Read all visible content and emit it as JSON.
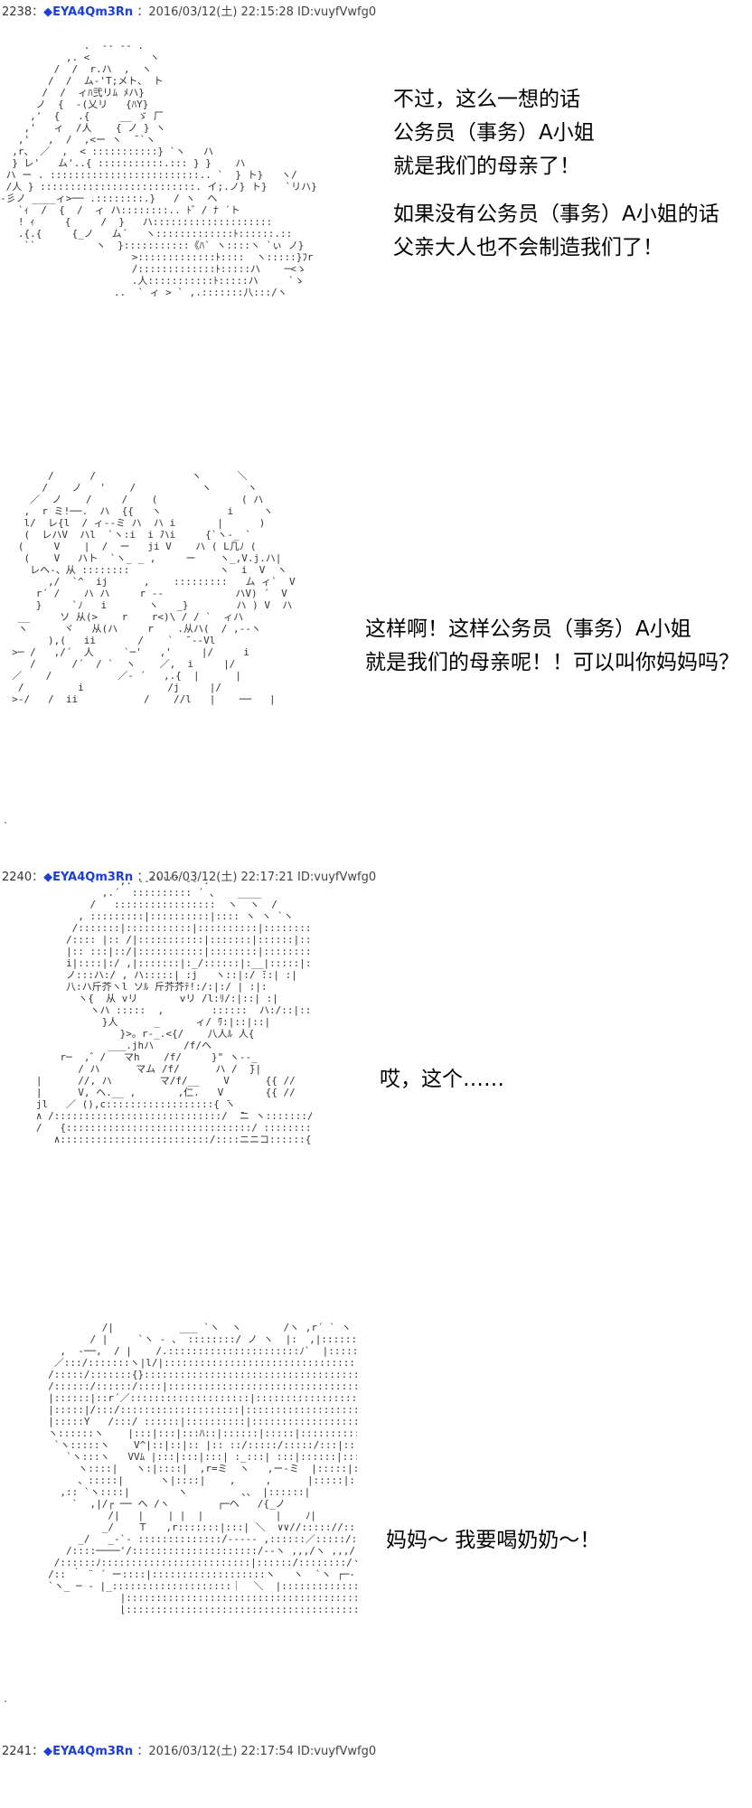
{
  "posts": [
    {
      "number": "2238",
      "sep": "：",
      "diamond": "◆",
      "trip": "EYA4Qm3Rn",
      "trail": "：2016/03/12(土) 22:15:28 ID:vuyfVwfg0"
    },
    {
      "number": "2240",
      "sep": "：",
      "diamond": "◆",
      "trip": "EYA4Qm3Rn",
      "trail": "：2016/03/12(土) 22:17:21 ID:vuyfVwfg0"
    },
    {
      "number": "2241",
      "sep": "：",
      "diamond": "◆",
      "trip": "EYA4Qm3Rn",
      "trail": "：2016/03/12(土) 22:17:54 ID:vuyfVwfg0"
    }
  ],
  "panels": [
    {
      "lines": [
        "不过，这么一想的话",
        "公务员（事务）A小姐",
        "就是我们的母亲了！",
        "",
        "如果没有公务员（事务）A小姐的话",
        "父亲大人也不会制造我们了！"
      ]
    },
    {
      "lines": [
        "这样啊！这样公务员（事务）A小姐",
        "就是我们的母亲呢！！可以叫你妈妈吗？"
      ]
    },
    {
      "lines": [
        "哎，这个……"
      ]
    },
    {
      "lines": [
        "妈妈～ 我要喝奶奶～！"
      ]
    }
  ],
  "art": {
    "a1": [
      "              .  -‐ ‐- .",
      "           ,. <          ヽ",
      "         /  /  r.ハ  ,  ヽ",
      "        /  /  ム‐'T;メト、 ト",
      "       /  /  ィﾊ弐リﾑ ﾒハ}",
      "      ノ  {  -(乂リ   {ﾊY}",
      "     ,'  {   .{     __ ゞ 厂",
      "    ,'   ィ  /人    { ノ } ヽ",
      "   ,'   ,  /  ,<ー ヽ  ̄ `ヽ",
      "  ,r、 ／  ,  < :::::::::::} `ヽ   ハ",
      "  } レ'   ム'..{ :::::::::::.::: } }    ハ",
      " ハ ー . :::::::::::::::::::::::::.. `  } ト}   ヽ/",
      " /人 } ::::::::::::::::::::::::::. イ;.ノ} ト}   `リハ}",
      "-彡ノ ____ィ>── .::::::::.}   / ヽ  ヘ",
      "   `ｨ  /  {  /  ィ ハ::::::::.. ﾄ゛/ ﾅ ´ト",
      "   ! ｨ     {     /  }   ハ::::::::::::::::::::",
      "   .{.{     {_ノ   ム´   ヽ:::::::::::::ﾄ::::::.::",
      "    ``          ヽ  }:::::::::::《ﾊ` ヽ::::ヽ `ぃ ノ}",
      "                      >:::::::::::::ﾄ::::  ヽ:::::}ﾌr",
      "                      /:::::::::::::ﾄ:::::ハ    ─<ゝ",
      "                      .人:::::::::::ﾄ:::::ハ     `ゝ",
      "                   ..  ` ィ > ` ,.:::::::八:::/ヽ"
    ],
    "a2": [
      "        /      /                ヽ      ＼",
      "       /    ノ   '    /           ヽ      ヽ",
      "     ／  ノ    /     /    (              ( ハ",
      "    ,  r ミ!──.  ハ  {{   ヽ           i     ヽ",
      "    l/  レ{l  / ィ‐-ミ ハ  ハ i       |      )",
      "    (  レハV  ハl  `ヽ:i  i ̄ハi     {`ヽ-_ `",
      "   (     V    |  /  ー   ji V    ハ ( L几ﾉ (",
      "    (    V   ハト  `ヽ_ _ ,     ー    ヽ_,V.j.ハ|",
      "     レヘ-、从 ::::::::               ヽ  i  V  ヽ",
      "        ,/  `^  ij      ,    :::::::::   ム ィ`  V",
      "      r´ /    ハ ハ     r ‐-            ハV) ´  V",
      "      }     `ﾉ   i       ヽ   _}        ハ ) V  ハ",
      "   __     ソ 从(>    r    r<)\\ / / `  ィハ",
      "   ヽ      ヾ   从(ハ     r    .从ハ(  / ,-‐ヽ",
      "        ),(   ii       /    `  ̄ ‐-Vl",
      "  >─ /   ,/´  人     `─'   ,'     |/     i",
      "     /      /´  / `  ヽ    ／,  i     |/",
      "  ／    /           ／‐ ´   ,.{  |      |",
      "   /         i              /j     |/",
      "  >-/   /  ii           /    //l   |    ──   |"
    ],
    "a3": [
      "                 ,. -‐''''¨ ‐- .",
      "              ,.´  :::::::::: ´ 、   ____",
      "            /   :::::::::::::::::  ヽ  ヽ  /",
      "          , :::::::::|::::::::::|:::: ヽ ヽ `ヽ",
      "         /:::::::|:::::::::::|::::::::::|::::::::::V|   |",
      "        /:::: |:: /|:::::::::::|:::::::|::::::|::::::::| /`)",
      "        |:: :::|::/|:::::::::::|::::::::|::::::::|:: :|::",
      "        i|::::|:/ ,|:::::::|:_/::::::|:__|:::::|:/|:  :|",
      "        ノ:::ハ:/ , ハ:::::| :j   ヽ::|:/ ̄::| :|",
      "        八:ハ斤芥ヽl ソﾙ 斤芥芥ﾃ!:/:|:/ | :|:",
      "          ヽ{  从 vリ       vリ /l:ﾘ/:|::| :|",
      "            ヽハ :::::  ,        ::::::  ハ:/::|:: |",
      "              }人      _      ィ/ ̄ﾘ:|::|::|",
      "                 }>。r-_.<{/    八人ﾙ 人{",
      "               ___.jhハ     /f/ヘ",
      "       r─  ,゛/   マh    /f/     }\" ヽ--_",
      "          / ハ      マム /f/      ハ /  ̄}|",
      "   |      //, ハ        マ/f/__    V      {{ //",
      "   |      V, ヘ.__ ,       ,仁.   V       {{ //",
      "   jl   ／ (),c::::::::::::::::::{ ̄ヽ             }",
      "   ∧ /::::::::::::::::::::::::::::/  ̄ニ ヽ::::::://::::}}入",
      "   /   {:::::::::::::::::::::::::::::::/ ::::::::::::::::::{:::::::::}.}",
      "      ∧:::::::::::::::::::::::::/::::ニニコ::::::{{::::::::}.}  |"
    ],
    "a4": [
      "              /|           ___ `ヽ  ヽ       /ヽ ,r´ ` ヽ",
      "            / |     `ヽ ‐ 、 ::::::::/ ノ ヽ  |:  ,|::::::::: ヽ",
      "       ,  -──,  / |    /.::::::::::::::::::::::ﾉ`  |::::::::::::::::ヽ:::",
      "      ／:::/:::::::ヽ|l/|:::::::::::::::::::::::::::::::::::::::ヽ:::::::ヽ::::ヽ:::",
      "     /:::::/:::::::{}:::::::::::::::::::::::::::::::::::::::::::::::::::::::::::: `ヽ:::",
      "     /::::::/::::::/::::|::::::::::::::::::::::::::::::::::::::::::::::::::::::::::::::: :",
      "     |::::::|::r´／::::::::::::::::::::|:::::::::::::::::::::::::::i::::::::::::  /:::::::",
      "     |:::::|/:::/::::::::::::::::::::|:::::::::::::::::::::::::::::::i|::::::::::: /:::::::::",
      "     |:::::Y   /:::/ ::::::|::::::::::|::::::::::::::::::::::::::::|:::::::::::",
      "     ヽ::::::ヽ    |:::|:::|:::ﾊ::|::::::|:::::|:::::::::::|:::::::::::::::::",
      "      `ヽ:::::ヽ    V^|::|::|:: |:: ::/:::::/:::::/:::|:::::::::::|::::::::",
      "        `ヽ:::ヽ   VVﾑ |:::|:::|:::| :_:::| :::|::::::|::::::|:::::/:::",
      "          ヽ::::|   ヽ:|::::|  ,r=ミ  ヽ   ,ー‐ミ  |:::::|:::",
      "          、:::::|      ヽ|::::|    ,     ,      |:::::|:::",
      "       ,:: `ヽ::::|        ヽ         、、 |::::::|",
      "         `  ,|/┌ ── ヘ /ヽ        ┌─ヘ   /{_ノ",
      "               /|   |    | |  |            |    ﾉ|",
      "              _/    Ｔ   ,r:::::::|:::| ＼  ∨∨//::::://::::|",
      "          _/   _-`‐ ::::::::::::::/‐‐‐-- ,::::::／:::::/:::::/",
      "        /::::────'/:::::::::::::::::::::/‐-ヽ ,,,/ヽ ,,,/::",
      "      /::::::ﾉ:::::::::::::::::::::::::|::::::/::::::::/ヽ:::::::::::::::::::: ヽ",
      "     /:: ｀ ¨ ´ ー::::|:::::::::::::::::::ヽ   ヽ  `ヽ ┌─‐",
      "     `ヽ_ ─ ‐ |_::::::::::::::::::::｜  ＼  |:::::::::::::::: |",
      "                 |:::::::::::::::::::::::::::::::::::::::::::::: |",
      "                 ⌊::::::::::::::::::::::::::::::::::::::::::::::::::/"
    ]
  }
}
